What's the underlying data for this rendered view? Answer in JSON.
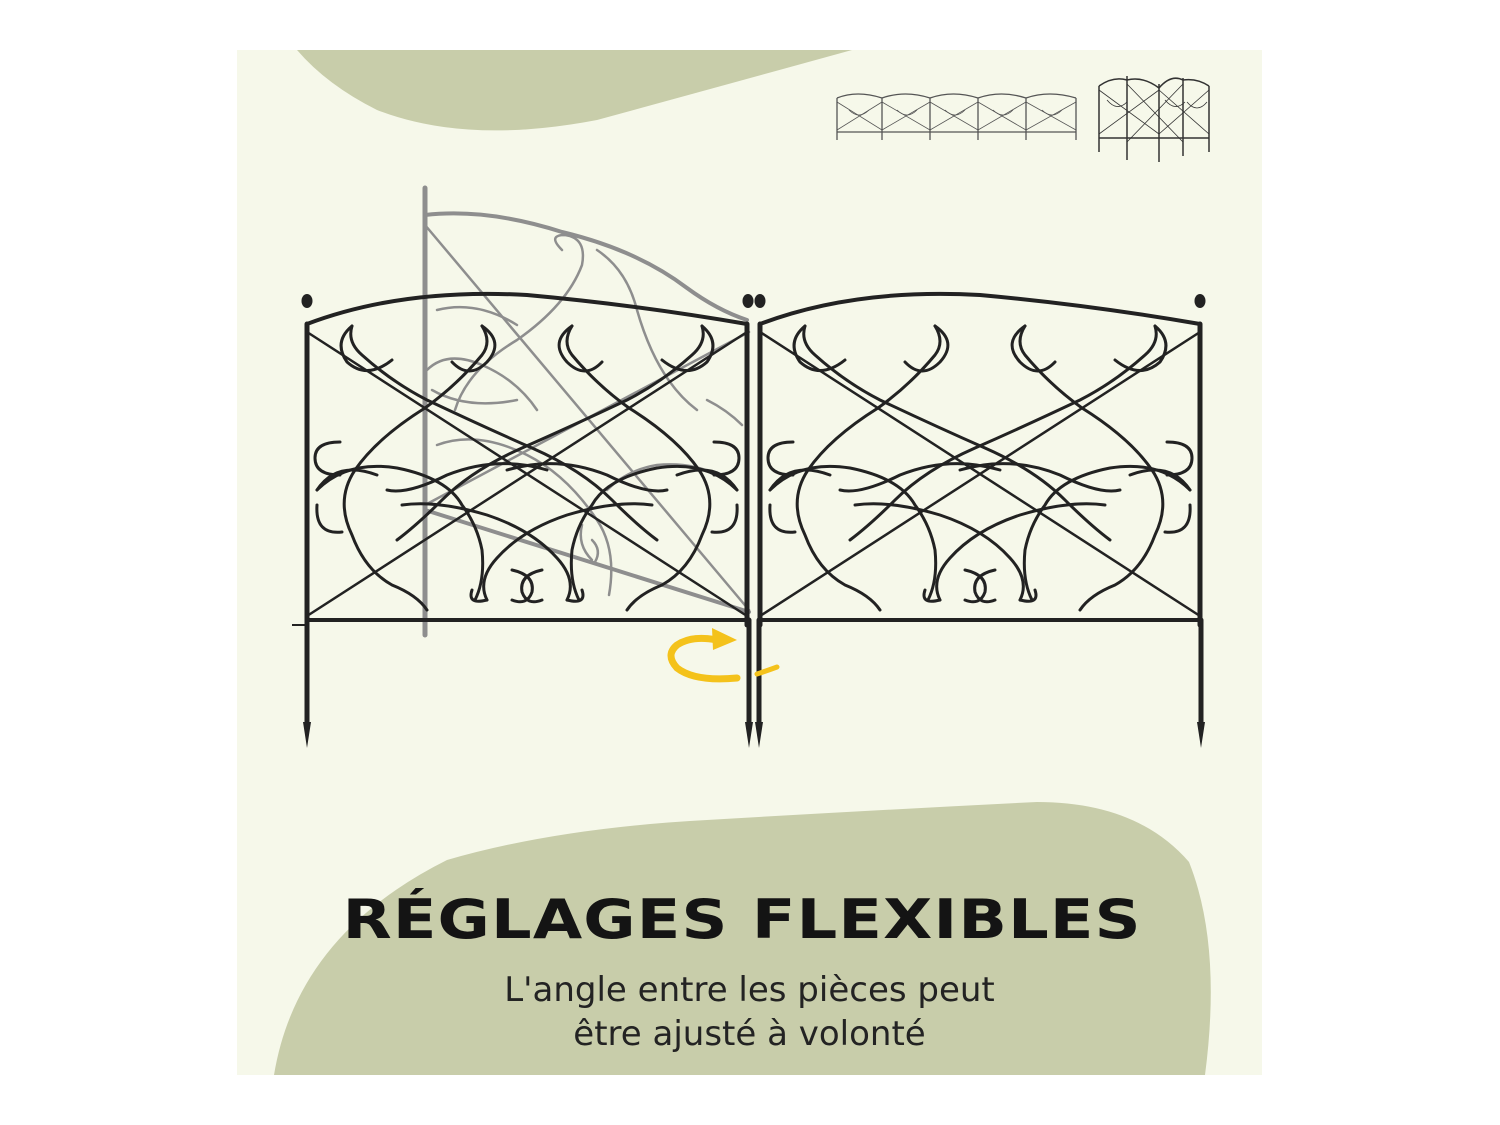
{
  "headline": "RÉGLAGES FLEXIBLES",
  "description_line1": "L'angle entre les pièces peut",
  "description_line2": "être ajusté à volonté",
  "colors": {
    "panel_background": "#f6f8ea",
    "blob_green": "#c8cdaa",
    "fence_black": "#222222",
    "fence_ghost": "#8e8e8e",
    "rotation_arrow": "#f4c21b",
    "text_dark": "#141414"
  },
  "icons": {
    "rotate": "rotation-arrow-icon",
    "straight_layout": "straight-fence-layout-icon",
    "corner_layout": "corner-fence-layout-icon"
  }
}
